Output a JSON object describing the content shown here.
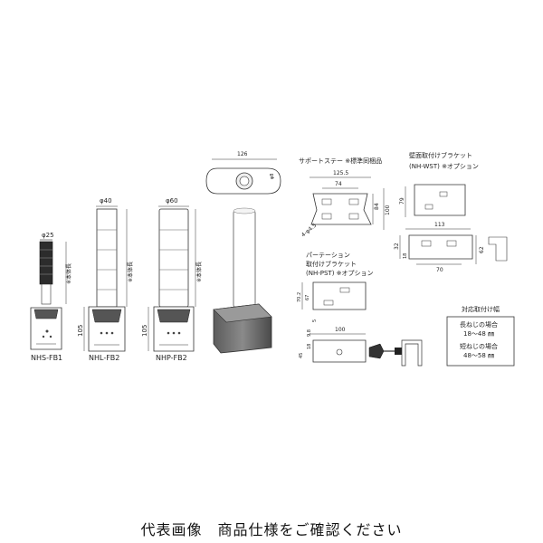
{
  "models": {
    "m1": {
      "name": "NHS-FB1",
      "dia": "φ25",
      "height": "",
      "body_note": "※本体長"
    },
    "m2": {
      "name": "NHL-FB2",
      "dia": "φ40",
      "height": "105",
      "body_note": "※本体長"
    },
    "m3": {
      "name": "NHP-FB2",
      "dia": "φ60",
      "height": "105",
      "body_note": "※本体長"
    }
  },
  "top_view": {
    "width": "126",
    "dia": "φ8"
  },
  "support_stay": {
    "title": "サポートステー ※標準同梱品",
    "dims": {
      "a": "125.5",
      "b": "74",
      "c": "84",
      "d": "100",
      "e": "4-φ4.5"
    }
  },
  "wall_bracket": {
    "title1": "壁面取付けブラケット",
    "title2": "(NH-WST) ※オプション",
    "dims": {
      "h": "79",
      "w": "113",
      "h2": "32",
      "h3": "18",
      "h4": "62",
      "w2": "70"
    }
  },
  "partition_bracket": {
    "title1": "パーテーション",
    "title2": "取付けブラケット",
    "title3": "(NH-PST) ※オプション",
    "dims": {
      "a": "70.2",
      "b": "67",
      "c": "100",
      "d": "5",
      "e": "9.8",
      "f": "45",
      "g": "18"
    }
  },
  "screw_box": {
    "title": "対応取付け幅",
    "long_label": "長ねじの場合",
    "long_range": "18～48 ㎜",
    "short_label": "短ねじの場合",
    "short_range": "48～58 ㎜"
  },
  "footer": {
    "caption": "代表画像　商品仕様をご確認ください"
  }
}
